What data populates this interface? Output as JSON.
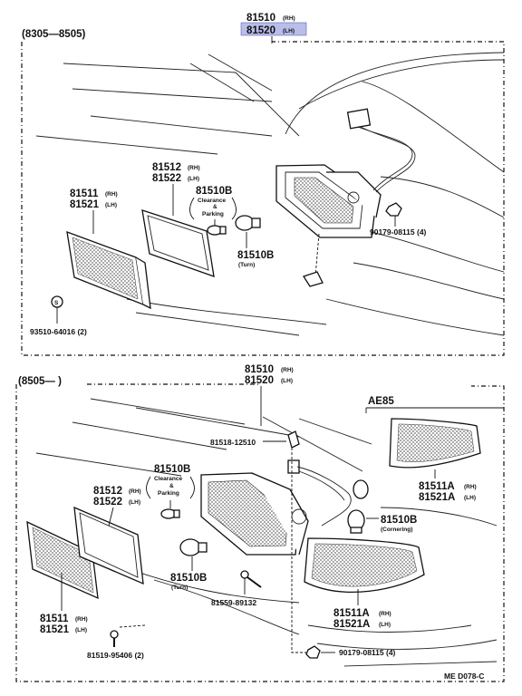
{
  "diagram_code": "ME  D078-C",
  "top": {
    "range": "(8305—8505)",
    "header_rh": "81510",
    "header_rh_tag": "(RH)",
    "header_lh": "81520",
    "header_lh_tag": "(LH)",
    "highlight_color": "#b9bde8",
    "lens_rh": "81511",
    "lens_rh_tag": "(RH)",
    "lens_lh": "81521",
    "lens_lh_tag": "(LH)",
    "gasket_rh": "81512",
    "gasket_rh_tag": "(RH)",
    "gasket_lh": "81522",
    "gasket_lh_tag": "(LH)",
    "bulb_clear": "81510B",
    "clearance_text": "Clearance",
    "amp": "&",
    "parking_text": "Parking",
    "bulb_turn": "81510B",
    "turn_text": "(Turn)",
    "nut": "90179-08115 (4)",
    "screw": "93510-64016 (2)"
  },
  "bottom": {
    "range": "(8505—      )",
    "header_rh": "81510",
    "header_rh_tag": "(RH)",
    "header_lh": "81520",
    "header_lh_tag": "(LH)",
    "ae85": "AE85",
    "socket": "81518-12510",
    "lens_rh": "81511",
    "lens_rh_tag": "(RH)",
    "lens_lh": "81521",
    "lens_lh_tag": "(LH)",
    "gasket_rh": "81512",
    "gasket_rh_tag": "(RH)",
    "gasket_lh": "81522",
    "gasket_lh_tag": "(LH)",
    "bulb_clear": "81510B",
    "clearance_text": "Clearance",
    "amp": "&",
    "parking_text": "Parking",
    "bulb_turn": "81510B",
    "turn_text": "(Turn)",
    "screw_a": "81559-89132",
    "screw_b": "81519-95406 (2)",
    "nut": "90179-08115 (4)",
    "corner_rh": "81511A",
    "corner_rh_tag": "(RH)",
    "corner_lh": "81521A",
    "corner_lh_tag": "(LH)",
    "corner_bulb": "81510B",
    "cornering_text": "(Cornering)",
    "corner2_rh": "81511A",
    "corner2_rh_tag": "(RH)",
    "corner2_lh": "81521A",
    "corner2_lh_tag": "(LH)"
  }
}
